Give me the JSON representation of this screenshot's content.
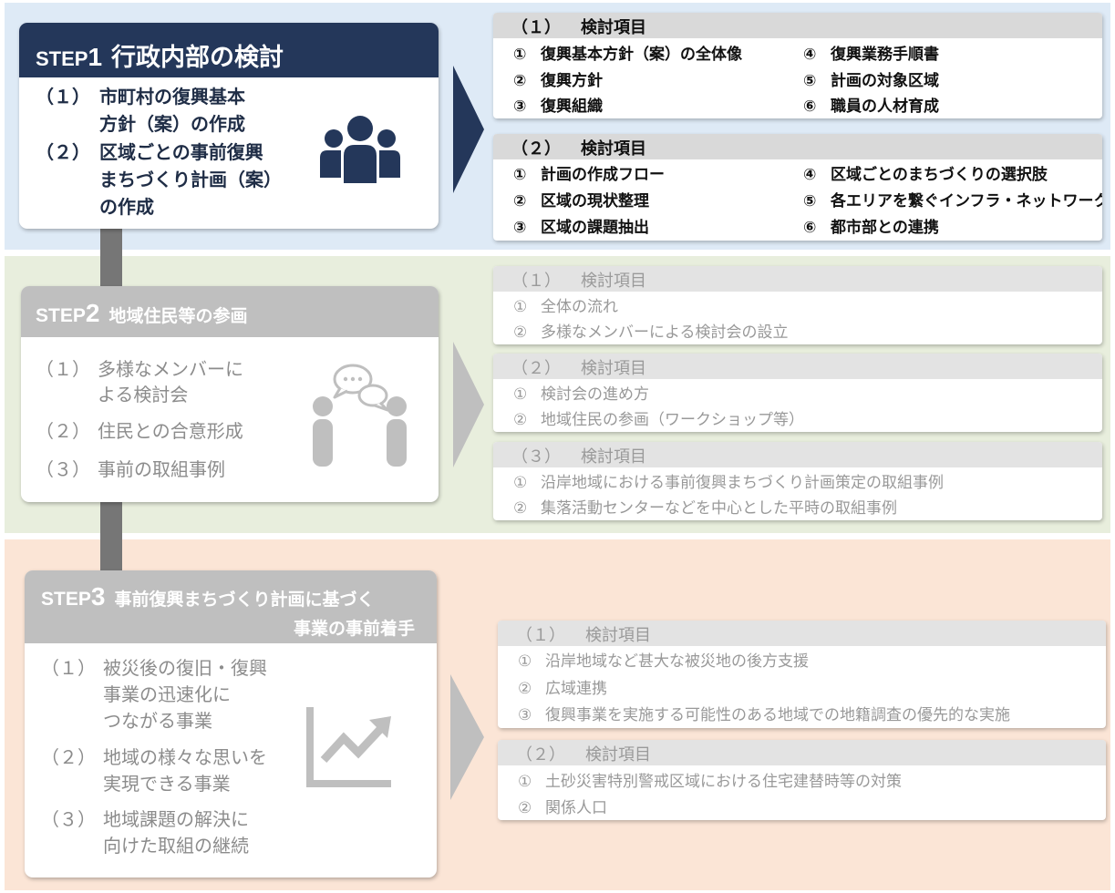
{
  "colors": {
    "band1": "#deeaf6",
    "band2": "#e8eedd",
    "band3": "#fbe5d6",
    "step1_header": "#24375a",
    "inactive_header": "#bfbfbf",
    "active_icon": "#24375a",
    "inactive_icon": "#bfbfbf"
  },
  "step1": {
    "step_word": "STEP",
    "number": "1",
    "title": "行政内部の検討",
    "icon": "people-group-icon",
    "items": [
      {
        "num": "（１）",
        "lines": [
          "市町村の復興基本",
          "方針（案）の作成"
        ]
      },
      {
        "num": "（２）",
        "lines": [
          "区域ごとの事前復興",
          "まちづくり計画（案）",
          "の作成"
        ]
      }
    ],
    "panels": [
      {
        "heading_num": "（１）",
        "heading": "検討項目",
        "rows": [
          [
            "①",
            "復興基本方針（案）の全体像",
            "④",
            "復興業務手順書"
          ],
          [
            "②",
            "復興方針",
            "⑤",
            "計画の対象区域"
          ],
          [
            "③",
            "復興組織",
            "⑥",
            "職員の人材育成"
          ]
        ]
      },
      {
        "heading_num": "（２）",
        "heading": "検討項目",
        "rows": [
          [
            "①",
            "計画の作成フロー",
            "④",
            "区域ごとのまちづくりの選択肢"
          ],
          [
            "②",
            "区域の現状整理",
            "⑤",
            "各エリアを繋ぐインフラ・ネットワーク"
          ],
          [
            "③",
            "区域の課題抽出",
            "⑥",
            "都市部との連携"
          ]
        ]
      }
    ]
  },
  "step2": {
    "step_word": "STEP",
    "number": "2",
    "title": "地域住民等の参画",
    "icon": "conversation-icon",
    "items": [
      {
        "num": "（１）",
        "lines": [
          "多様なメンバーに",
          "よる検討会"
        ]
      },
      {
        "num": "（２）",
        "lines": [
          "住民との合意形成"
        ]
      },
      {
        "num": "（３）",
        "lines": [
          "事前の取組事例"
        ]
      }
    ],
    "panels": [
      {
        "heading_num": "（１）",
        "heading": "検討項目",
        "rows": [
          [
            "①",
            "全体の流れ"
          ],
          [
            "②",
            "多様なメンバーによる検討会の設立"
          ]
        ]
      },
      {
        "heading_num": "（２）",
        "heading": "検討項目",
        "rows": [
          [
            "①",
            "検討会の進め方"
          ],
          [
            "②",
            "地域住民の参画（ワークショップ等）"
          ]
        ]
      },
      {
        "heading_num": "（３）",
        "heading": "検討項目",
        "rows": [
          [
            "①",
            "沿岸地域における事前復興まちづくり計画策定の取組事例"
          ],
          [
            "②",
            "集落活動センターなどを中心とした平時の取組事例"
          ]
        ]
      }
    ]
  },
  "step3": {
    "step_word": "STEP",
    "number": "3",
    "title_line1": "事前復興まちづくり計画に基づく",
    "title_line2": "事業の事前着手",
    "icon": "growth-chart-icon",
    "items": [
      {
        "num": "（１）",
        "lines": [
          "被災後の復旧・復興",
          "事業の迅速化に",
          "つながる事業"
        ]
      },
      {
        "num": "（２）",
        "lines": [
          "地域の様々な思いを",
          "実現できる事業"
        ]
      },
      {
        "num": "（３）",
        "lines": [
          "地域課題の解決に",
          "向けた取組の継続"
        ]
      }
    ],
    "panels": [
      {
        "heading_num": "（１）",
        "heading": "検討項目",
        "rows": [
          [
            "①",
            "沿岸地域など甚大な被災地の後方支援"
          ],
          [
            "②",
            "広域連携"
          ],
          [
            "③",
            "復興事業を実施する可能性のある地域での地籍調査の優先的な実施"
          ]
        ]
      },
      {
        "heading_num": "（２）",
        "heading": "検討項目",
        "rows": [
          [
            "①",
            "土砂災害特別警戒区域における住宅建替時等の対策"
          ],
          [
            "②",
            "関係人口"
          ]
        ]
      }
    ]
  }
}
